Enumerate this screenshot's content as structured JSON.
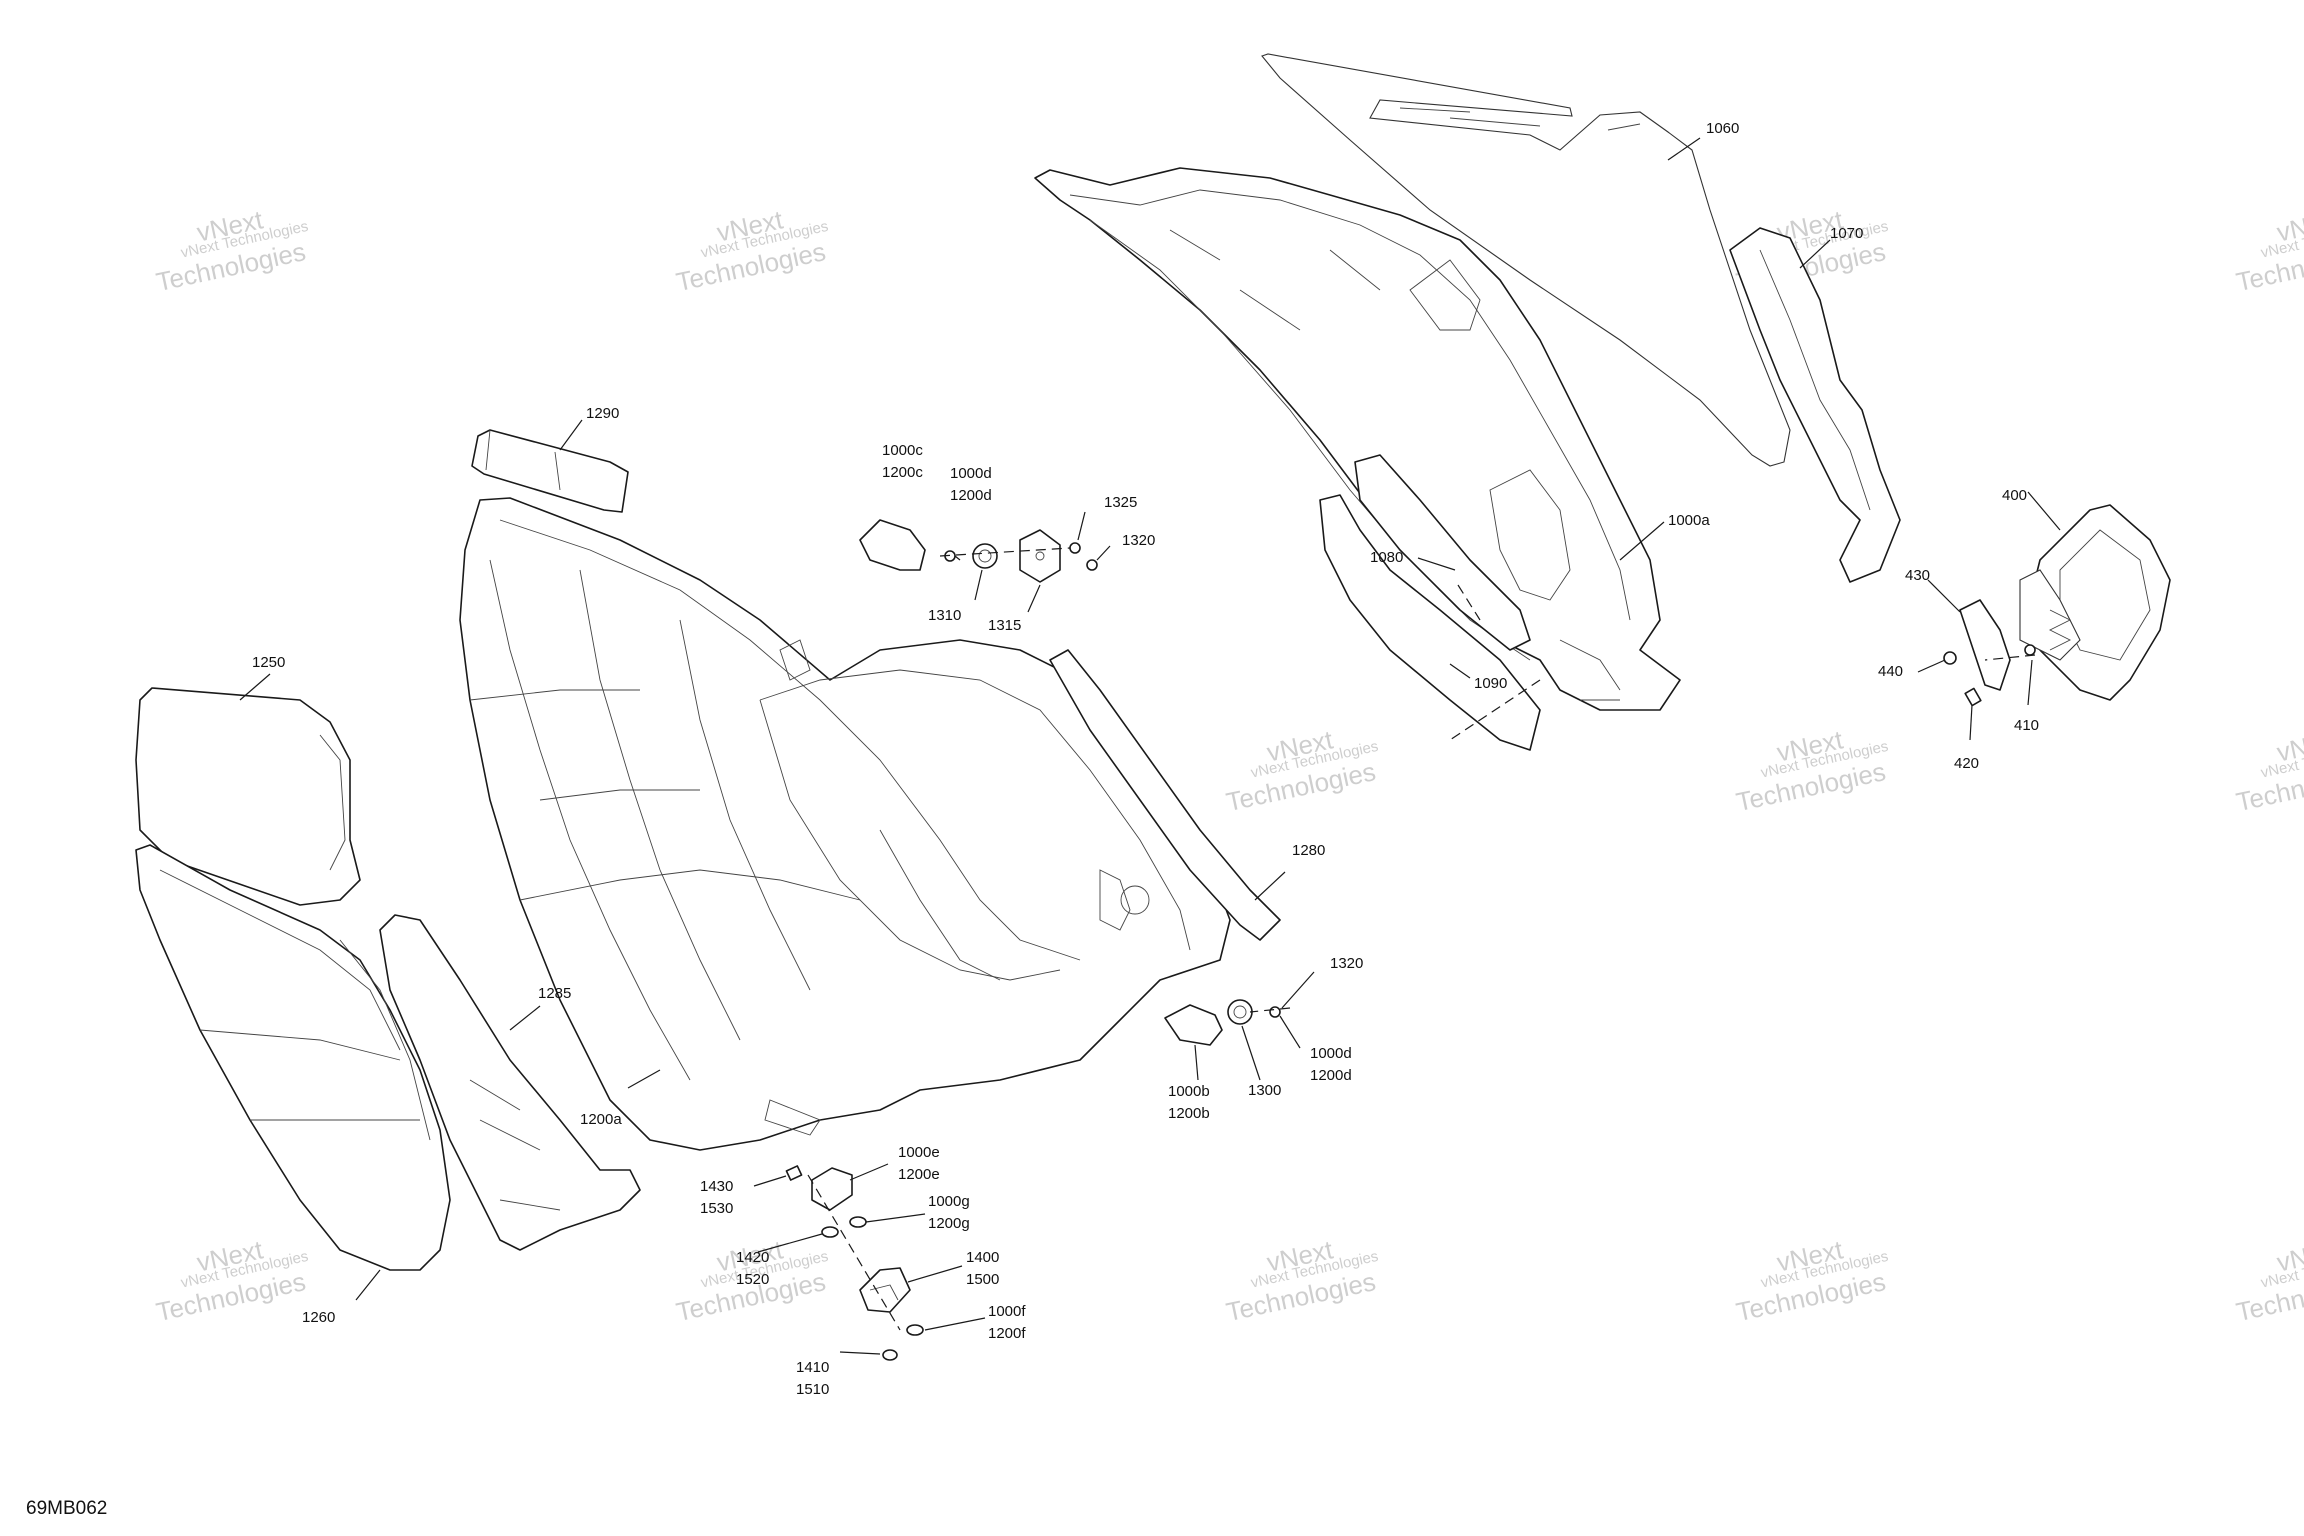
{
  "diagram_code": "69MB062",
  "watermark": {
    "line_small": "vNext Technologies",
    "line_big_1": "vNext",
    "line_big_2": "Technologies"
  },
  "callouts": {
    "c1060": "1060",
    "c1070": "1070",
    "c1000a": "1000a",
    "c1080": "1080",
    "c1090": "1090",
    "c400": "400",
    "c430": "430",
    "c440": "440",
    "c410": "410",
    "c420": "420",
    "c1290": "1290",
    "c1000c": "1000c",
    "c1200c": "1200c",
    "c1000d_top": "1000d",
    "c1200d_top": "1200d",
    "c1325": "1325",
    "c1320_top": "1320",
    "c1310": "1310",
    "c1315": "1315",
    "c1250": "1250",
    "c1280": "1280",
    "c1285": "1285",
    "c1200a": "1200a",
    "c1260": "1260",
    "c1320_bot": "1320",
    "c1000d_bot": "1000d",
    "c1200d_bot": "1200d",
    "c1000b": "1000b",
    "c1200b": "1200b",
    "c1300": "1300",
    "c1000e": "1000e",
    "c1200e": "1200e",
    "c1430": "1430",
    "c1530": "1530",
    "c1000g": "1000g",
    "c1200g": "1200g",
    "c1420": "1420",
    "c1520": "1520",
    "c1400": "1400",
    "c1500": "1500",
    "c1000f": "1000f",
    "c1200f": "1200f",
    "c1410": "1410",
    "c1510": "1510"
  }
}
